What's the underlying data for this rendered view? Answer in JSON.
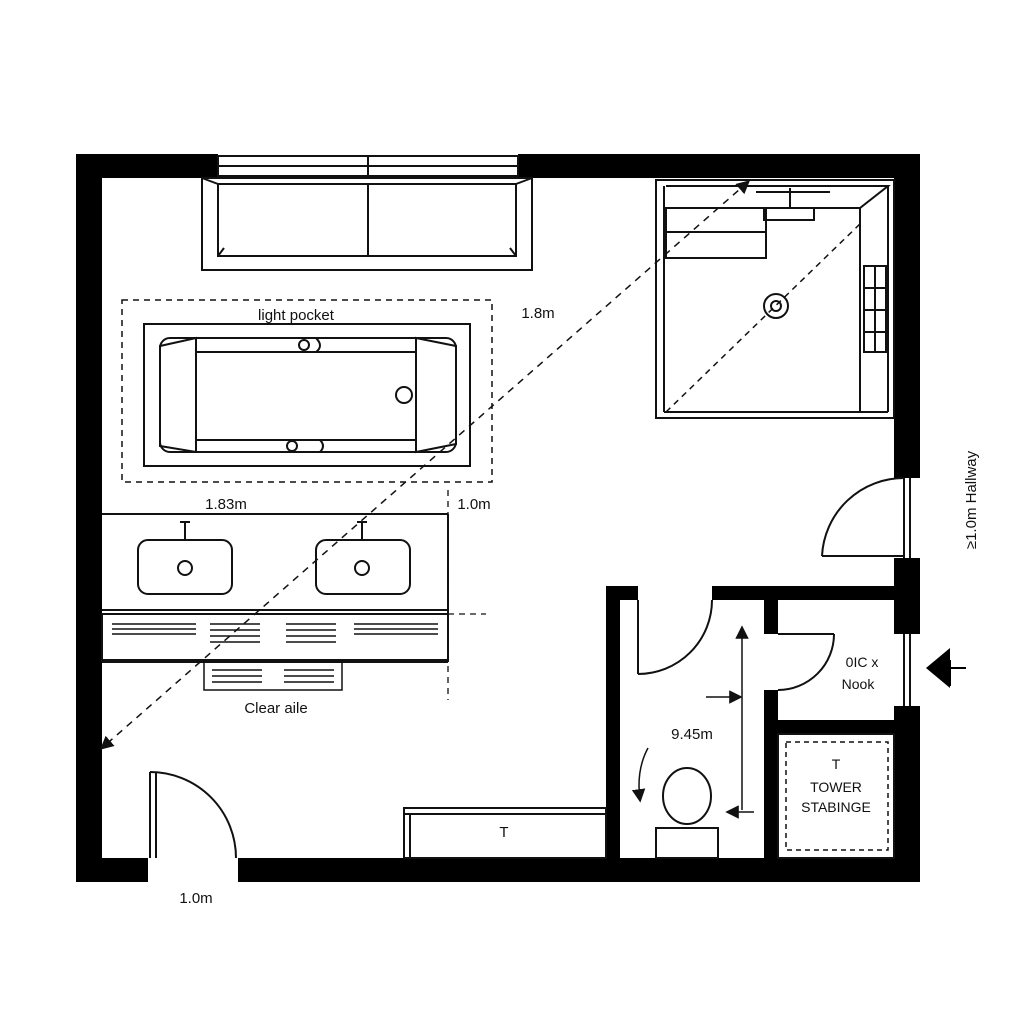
{
  "plan": {
    "colors": {
      "wall": "#000000",
      "line": "#111111",
      "background": "#ffffff"
    },
    "labels": {
      "light_pocket": "light pocket",
      "dim_shower_diag": "1.8m",
      "dim_vanity_width": "1.83m",
      "dim_vanity_right": "1.0m",
      "clear_aisle": "Clear aile",
      "dim_wc": "9.45m",
      "bench_mark": "T",
      "dim_entry_door": "1.0m",
      "hallway": "≥1.0m Hallway",
      "nook_line1": "0IC x",
      "nook_line2": "Nook",
      "storage_line1": "T",
      "storage_line2": "TOWER",
      "storage_line3": "STABINGE"
    }
  }
}
